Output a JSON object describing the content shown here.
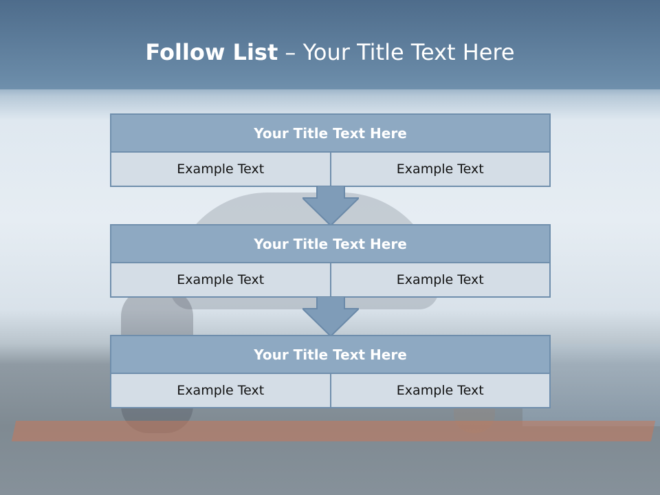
{
  "slide": {
    "title_bold": "Follow List",
    "title_rest": " – Your Title Text Here"
  },
  "steps": [
    {
      "title": "Your Title Text Here",
      "left_text": "Example Text",
      "right_text": "Example Text"
    },
    {
      "title": "Your Title Text Here",
      "left_text": "Example Text",
      "right_text": "Example Text"
    },
    {
      "title": "Your Title Text Here",
      "left_text": "Example Text",
      "right_text": "Example Text"
    }
  ],
  "colors": {
    "header_fill": "#8ea9c2",
    "cell_fill": "#d4dde6",
    "border": "#6f8eac",
    "arrow_fill": "#7f9cb8"
  }
}
